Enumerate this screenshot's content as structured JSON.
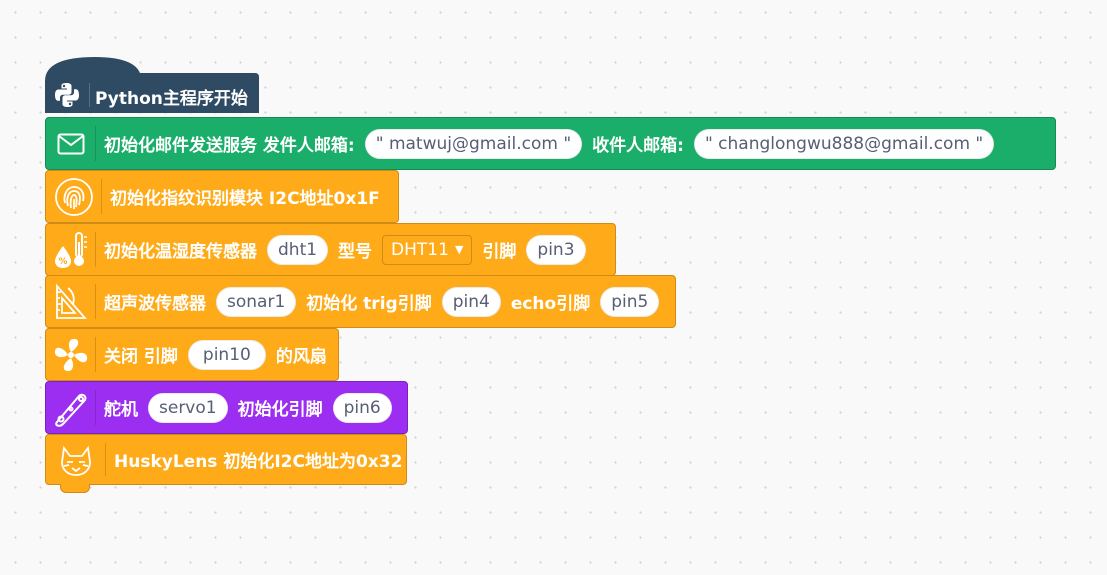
{
  "blocks": {
    "python_main": {
      "label": "Python主程序开始",
      "icon": "python-icon",
      "color": "#2e4b63"
    },
    "email_init": {
      "label": "初始化邮件发送服务 发件人邮箱:",
      "sender": "\"  matwuj@gmail.com \"",
      "receiver_label": "收件人邮箱:",
      "receiver": "\" changlongwu888@gmail.com \"",
      "icon": "mail-icon",
      "color": "#1aae6a"
    },
    "fingerprint_init": {
      "label": "初始化指纹识别模块 I2C地址0x1F",
      "icon": "fingerprint-icon",
      "color": "#ffab19"
    },
    "dht_init": {
      "label": "初始化温湿度传感器",
      "name": "dht1",
      "type_label": "型号",
      "type_value": "DHT11",
      "pin_label": "引脚",
      "pin": "pin3",
      "icon": "thermometer-icon"
    },
    "sonar_init": {
      "label": "超声波传感器",
      "name": "sonar1",
      "trig_label": "初始化 trig引脚",
      "trig_pin": "pin4",
      "echo_label": "echo引脚",
      "echo_pin": "pin5",
      "icon": "ultrasonic-icon"
    },
    "fan_off": {
      "label": "关闭 引脚",
      "pin": "pin10",
      "suffix": "的风扇",
      "icon": "fan-icon"
    },
    "servo_init": {
      "label": "舵机",
      "name": "servo1",
      "pin_label": "初始化引脚",
      "pin": "pin6",
      "icon": "servo-icon",
      "color": "#9b2ef0"
    },
    "huskylens_init": {
      "label": "HuskyLens 初始化I2C地址为0x32",
      "icon": "husky-icon"
    }
  },
  "colors": {
    "background": "#f9f9f9",
    "python": "#2e4b63",
    "email": "#1aae6a",
    "sensor": "#ffab19",
    "servo": "#9b2ef0",
    "input_text": "#575e75"
  }
}
